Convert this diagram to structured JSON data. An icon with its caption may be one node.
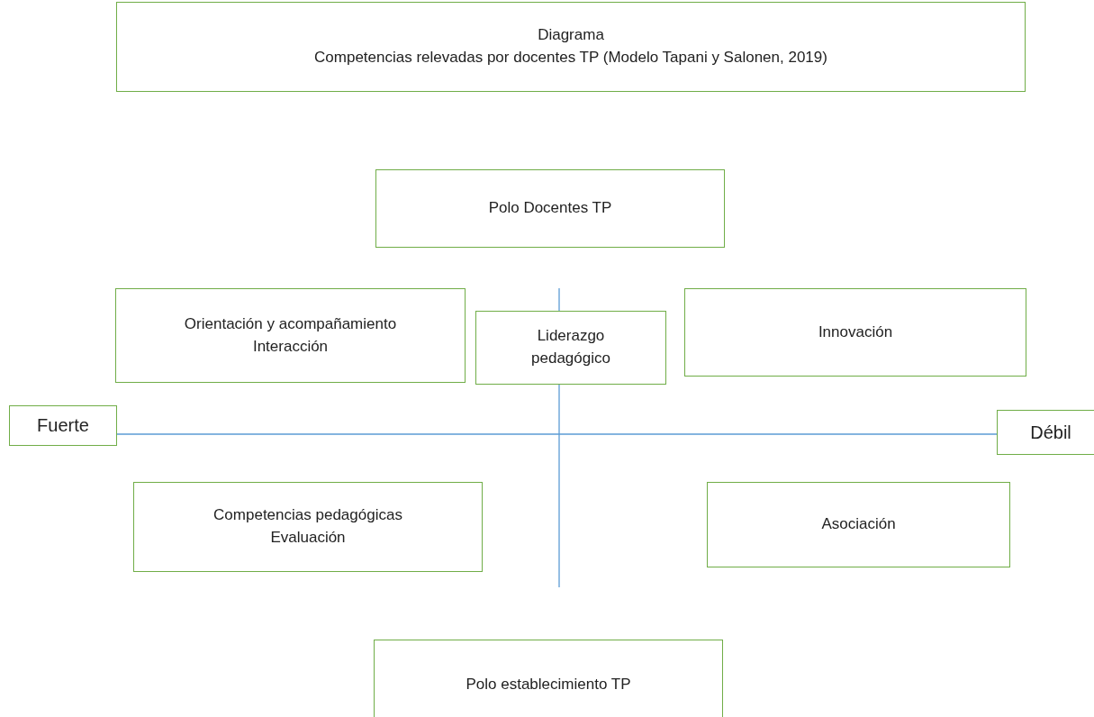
{
  "diagram": {
    "nodes": [
      {
        "text": [
          "Diagrama",
          "Competencias relevadas por docentes TP (Modelo Tapani y Salonen, 2019)"
        ]
      },
      {
        "text": [
          "Polo Docentes TP"
        ]
      },
      {
        "text": [
          "Orientación y acompañamiento",
          "Interacción"
        ]
      },
      {
        "text": [
          "Liderazgo pedagógico"
        ]
      },
      {
        "text": [
          "Innovación"
        ]
      },
      {
        "text": [
          "Fuerte"
        ]
      },
      {
        "text": [
          "Débil"
        ]
      },
      {
        "text": [
          "Competencias pedagógicas",
          "Evaluación"
        ]
      },
      {
        "text": [
          "Asociación"
        ]
      },
      {
        "text": [
          "Polo establecimiento TP"
        ]
      }
    ],
    "edges": [
      {
        "from": 5,
        "to": 6,
        "arrow": "none",
        "color": "#5b9bd5"
      }
    ]
  }
}
